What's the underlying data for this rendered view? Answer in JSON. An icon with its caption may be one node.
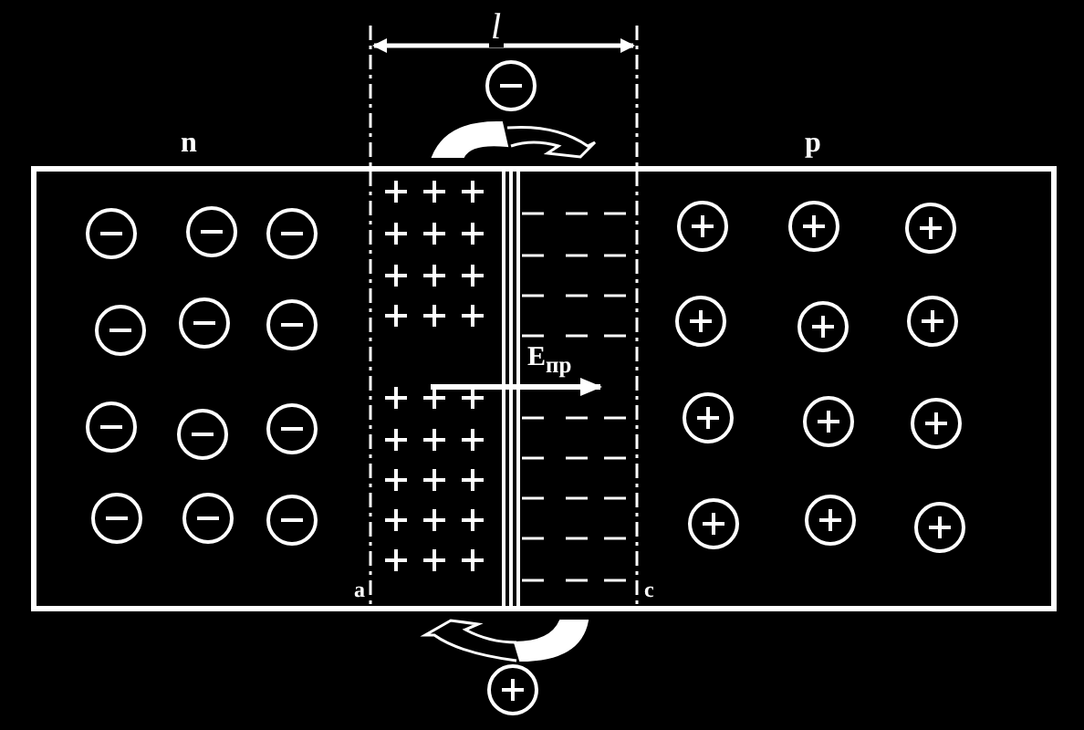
{
  "diagram": {
    "labels": [
      "l",
      "n",
      "p",
      "E$_{пр}$",
      "a",
      "c"
    ]
  }
}
